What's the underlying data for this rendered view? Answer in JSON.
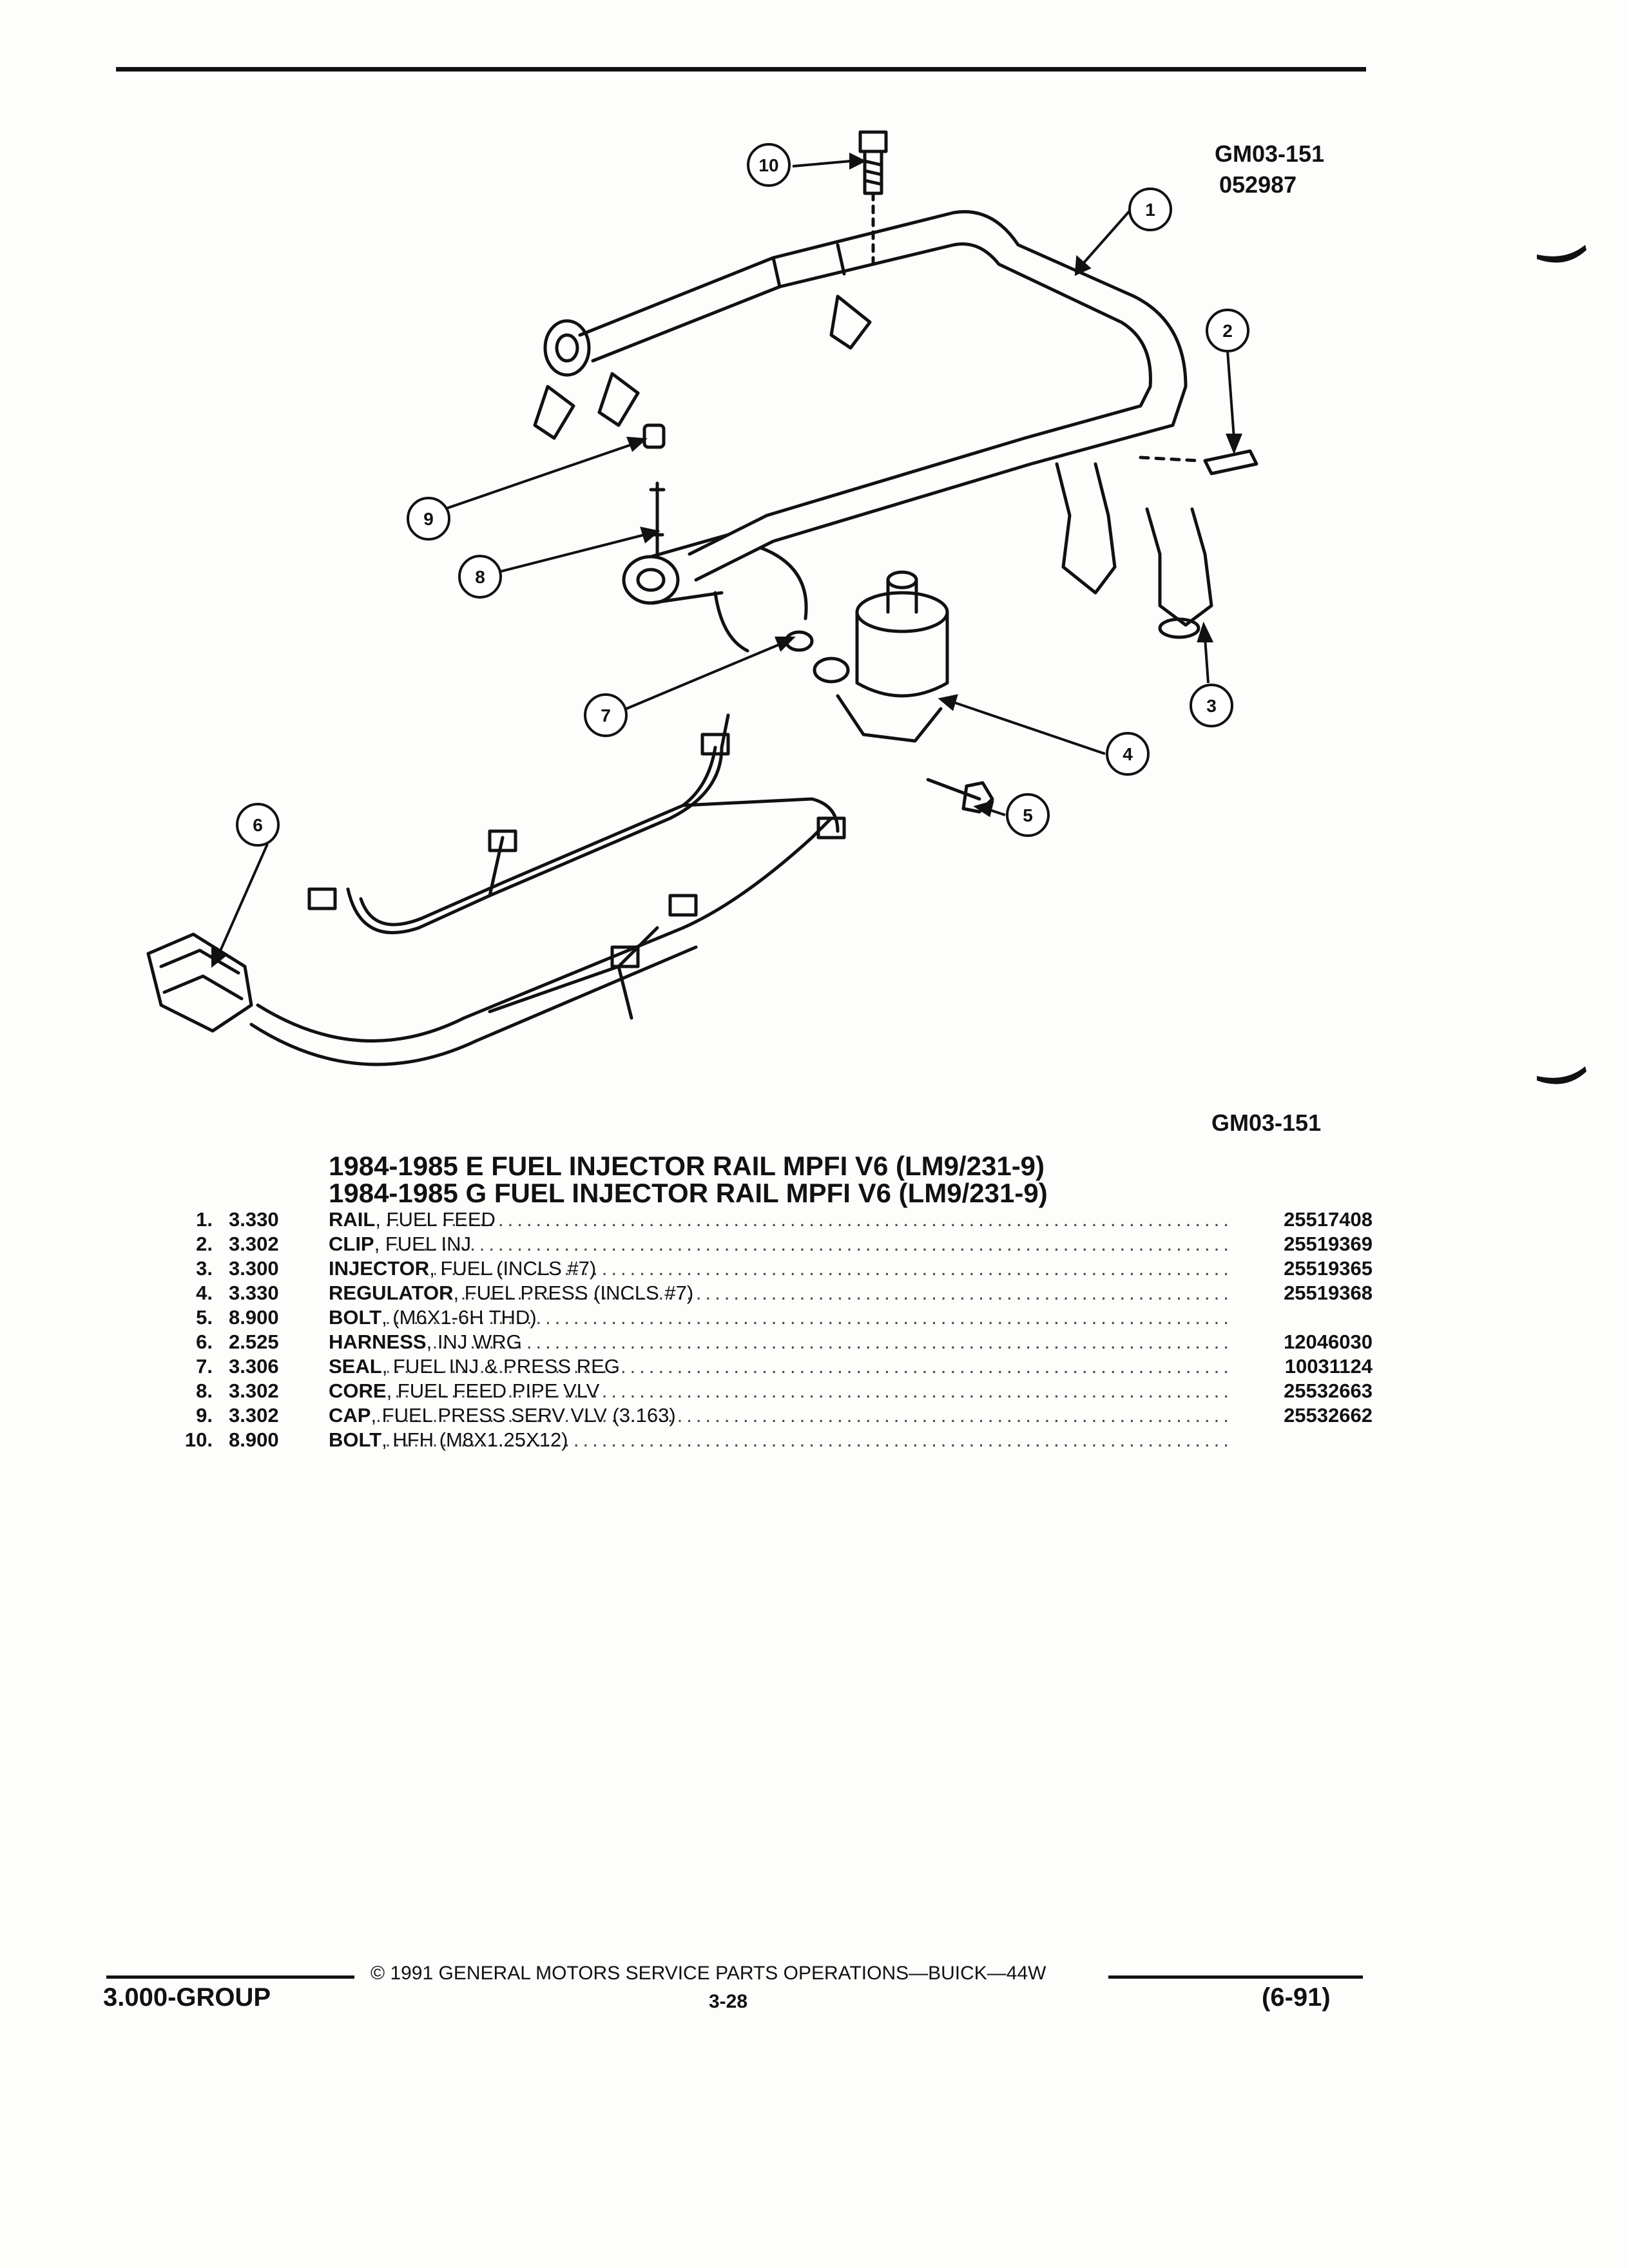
{
  "header": {
    "ref_code": "GM03-151",
    "ref_date": "052987"
  },
  "diagram": {
    "callouts": [
      "1",
      "2",
      "3",
      "4",
      "5",
      "6",
      "7",
      "8",
      "9",
      "10"
    ],
    "ref_code_bottom": "GM03-151"
  },
  "titles": [
    "1984-1985 E FUEL INJECTOR RAIL MPFI V6 (LM9/231-9)",
    "1984-1985 G FUEL INJECTOR RAIL MPFI V6 (LM9/231-9)"
  ],
  "parts": [
    {
      "num": "1.",
      "group": "3.330",
      "name": "RAIL",
      "desc": ", FUEL FEED",
      "part": "25517408"
    },
    {
      "num": "2.",
      "group": "3.302",
      "name": "CLIP",
      "desc": ", FUEL INJ",
      "part": "25519369"
    },
    {
      "num": "3.",
      "group": "3.300",
      "name": "INJECTOR",
      "desc": ", FUEL (INCLS #7)",
      "part": "25519365"
    },
    {
      "num": "4.",
      "group": "3.330",
      "name": "REGULATOR",
      "desc": ", FUEL PRESS (INCLS #7)",
      "part": "25519368"
    },
    {
      "num": "5.",
      "group": "8.900",
      "name": "BOLT",
      "desc": ", (M6X1-6H THD)",
      "part": ""
    },
    {
      "num": "6.",
      "group": "2.525",
      "name": "HARNESS",
      "desc": ", INJ WRG",
      "part": "12046030"
    },
    {
      "num": "7.",
      "group": "3.306",
      "name": "SEAL",
      "desc": ", FUEL INJ & PRESS REG",
      "part": "10031124"
    },
    {
      "num": "8.",
      "group": "3.302",
      "name": "CORE",
      "desc": ", FUEL FEED PIPE VLV",
      "part": "25532663"
    },
    {
      "num": "9.",
      "group": "3.302",
      "name": "CAP",
      "desc": ", FUEL PRESS SERV VLV (3.163)",
      "part": "25532662"
    },
    {
      "num": "10.",
      "group": "8.900",
      "name": "BOLT",
      "desc": ", HFH (M8X1.25X12)",
      "part": ""
    }
  ],
  "footer": {
    "copyright": "© 1991 GENERAL MOTORS SERVICE PARTS OPERATIONS—BUICK—44W",
    "group": "3.000-GROUP",
    "page": "3-28",
    "date": "(6-91)"
  }
}
